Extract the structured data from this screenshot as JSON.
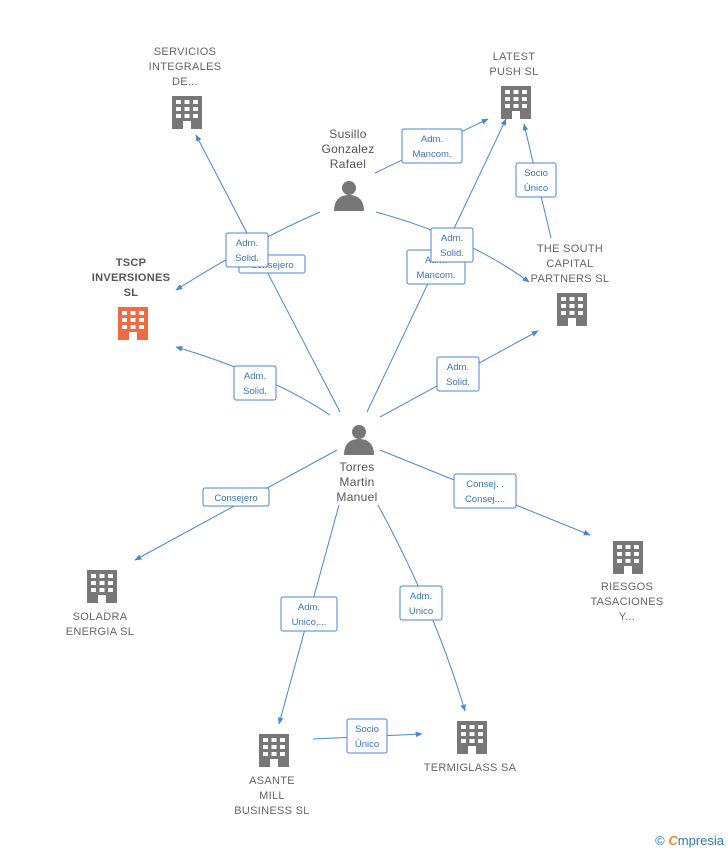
{
  "nodes": {
    "servicios": {
      "lines": [
        "SERVICIOS",
        "INTEGRALES",
        "DE..."
      ],
      "type": "company",
      "color": "#777777"
    },
    "latest": {
      "lines": [
        "LATEST",
        "PUSH  SL"
      ],
      "type": "company",
      "color": "#777777"
    },
    "susillo": {
      "lines": [
        "Susillo",
        "Gonzalez",
        "Rafael"
      ],
      "type": "person",
      "color": "#777777"
    },
    "tscp": {
      "lines": [
        "TSCP",
        "INVERSIONES",
        "SL"
      ],
      "type": "company",
      "color": "#f26a3f",
      "focus": true
    },
    "south": {
      "lines": [
        "THE SOUTH",
        "CAPITAL",
        "PARTNERS  SL"
      ],
      "type": "company",
      "color": "#777777"
    },
    "torres": {
      "lines": [
        "Torres",
        "Martin",
        "Manuel"
      ],
      "type": "person",
      "color": "#777777"
    },
    "soladra": {
      "lines": [
        "SOLADRA",
        "ENERGIA  SL"
      ],
      "type": "company",
      "color": "#777777"
    },
    "riesgos": {
      "lines": [
        "RIESGOS",
        "TASACIONES",
        "Y..."
      ],
      "type": "company",
      "color": "#777777"
    },
    "asante": {
      "lines": [
        "ASANTE",
        "MILL",
        "BUSINESS  SL"
      ],
      "type": "company",
      "color": "#777777"
    },
    "termiglass": {
      "lines": [
        "TERMIGLASS SA"
      ],
      "type": "company",
      "color": "#777777"
    }
  },
  "edges": [
    {
      "id": "e1",
      "lines": [
        "Adm.",
        "Mancom."
      ]
    },
    {
      "id": "e2",
      "lines": [
        "Socio",
        "Único"
      ]
    },
    {
      "id": "e3",
      "lines": [
        "Consejero"
      ]
    },
    {
      "id": "e4",
      "lines": [
        "Adm.",
        "Solid."
      ]
    },
    {
      "id": "e5",
      "lines": [
        "Adm.",
        "Mancom."
      ]
    },
    {
      "id": "e6",
      "lines": [
        "Adm.",
        "Solid."
      ]
    },
    {
      "id": "e7",
      "lines": [
        "Adm.",
        "Solid."
      ]
    },
    {
      "id": "e8",
      "lines": [
        "Adm.",
        "Solid."
      ]
    },
    {
      "id": "e9",
      "lines": [
        "Consejero"
      ]
    },
    {
      "id": "e10",
      "lines": [
        "Consej. .",
        "Consej...."
      ]
    },
    {
      "id": "e11",
      "lines": [
        "Adm.",
        "Unico,..."
      ]
    },
    {
      "id": "e12",
      "lines": [
        "Adm.",
        "Unico"
      ]
    },
    {
      "id": "e13",
      "lines": [
        "Socio",
        "Único"
      ]
    }
  ],
  "footer": {
    "copyright": "©",
    "brand_initial": "C",
    "brand_rest": "mpresia"
  }
}
